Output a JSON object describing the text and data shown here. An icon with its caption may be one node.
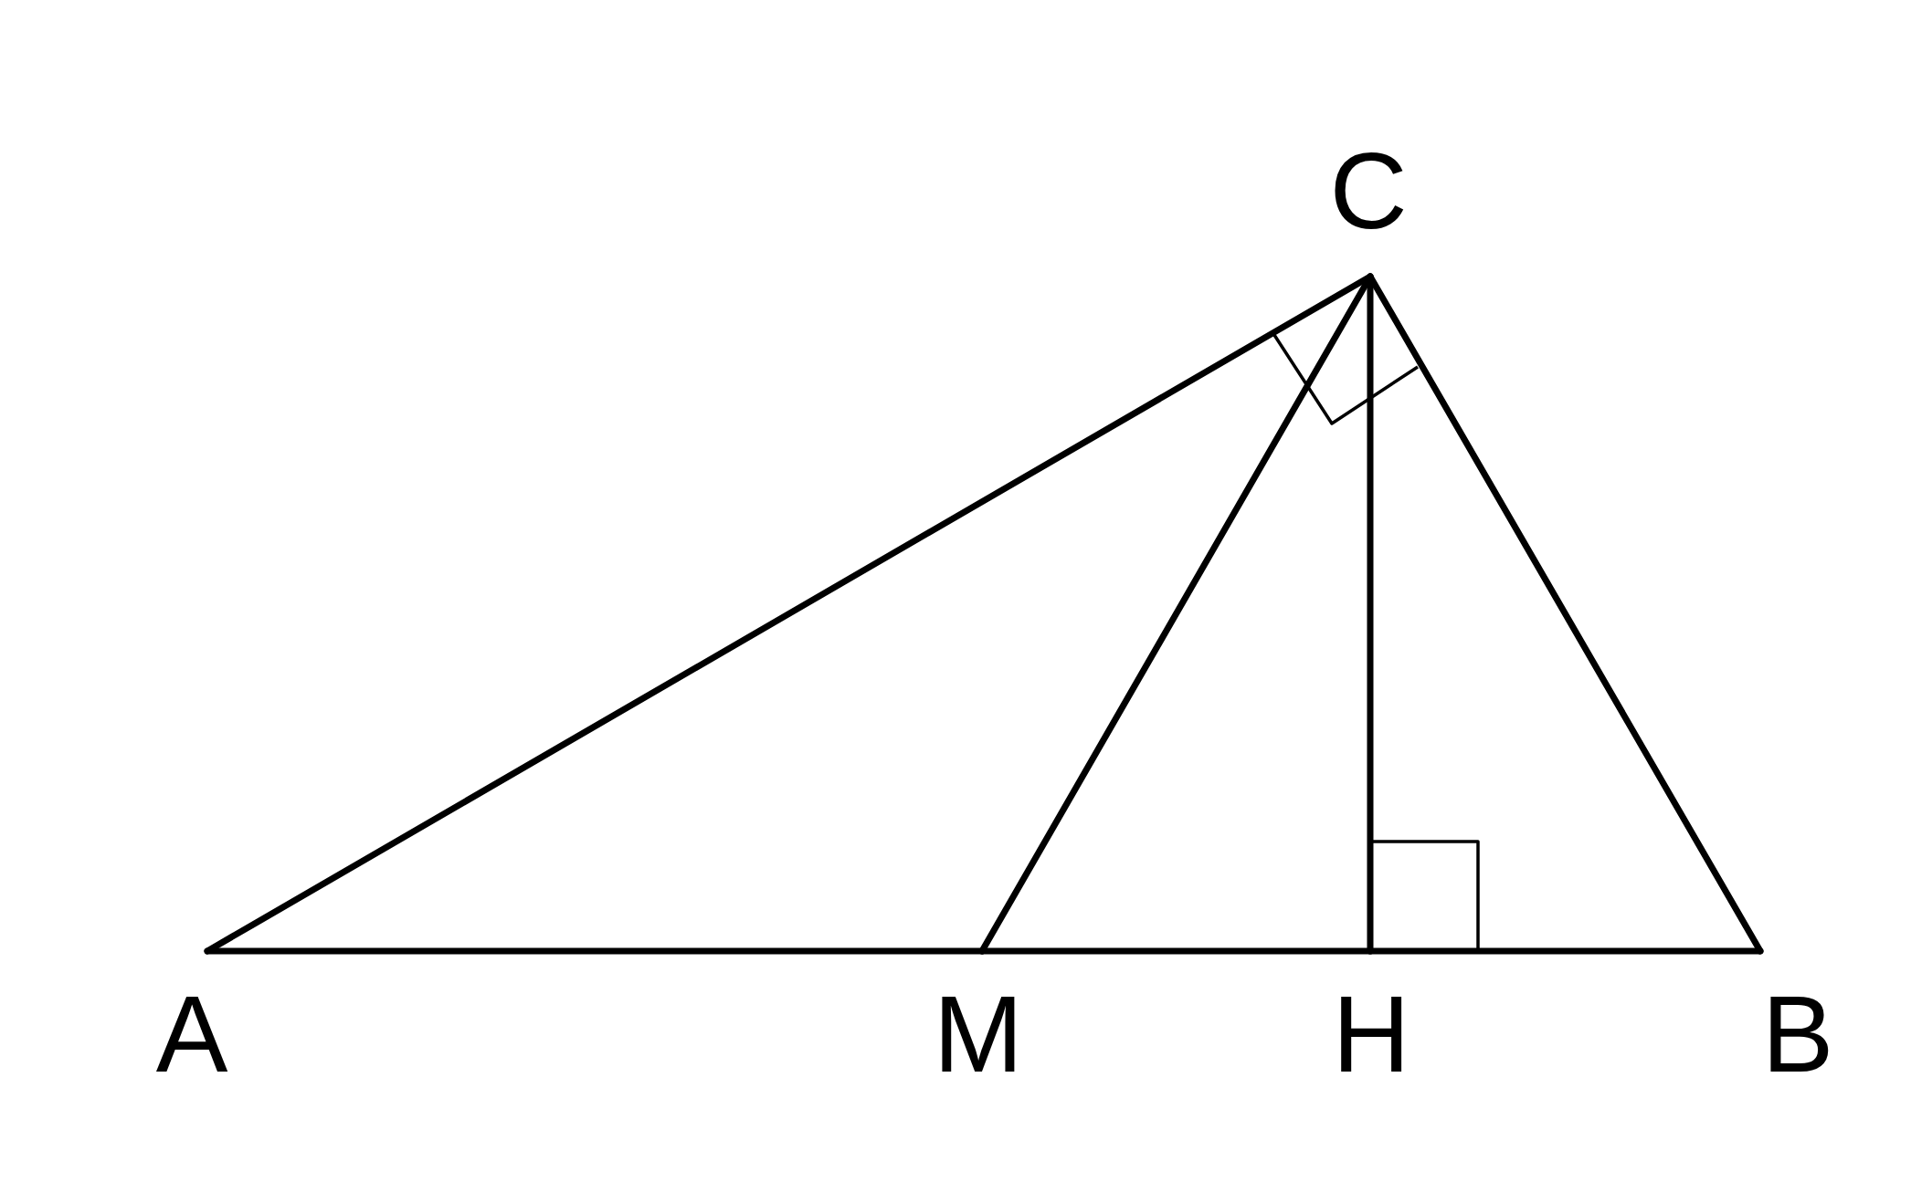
{
  "diagram": {
    "nodes": [
      {
        "text": [
          "C"
        ]
      },
      {
        "text": [
          "A"
        ]
      },
      {
        "text": [
          "M"
        ]
      },
      {
        "text": [
          "H"
        ]
      },
      {
        "text": [
          "B"
        ]
      }
    ],
    "edges": [
      {
        "from": 1,
        "to": 0,
        "arrow": "none"
      },
      {
        "from": 0,
        "to": 4,
        "arrow": "none"
      },
      {
        "from": 1,
        "to": 2,
        "arrow": "none"
      },
      {
        "from": 2,
        "to": 3,
        "arrow": "none"
      },
      {
        "from": 3,
        "to": 4,
        "arrow": "none"
      },
      {
        "from": 0,
        "to": 2,
        "arrow": "none"
      },
      {
        "from": 0,
        "to": 3,
        "arrow": "none"
      }
    ]
  }
}
